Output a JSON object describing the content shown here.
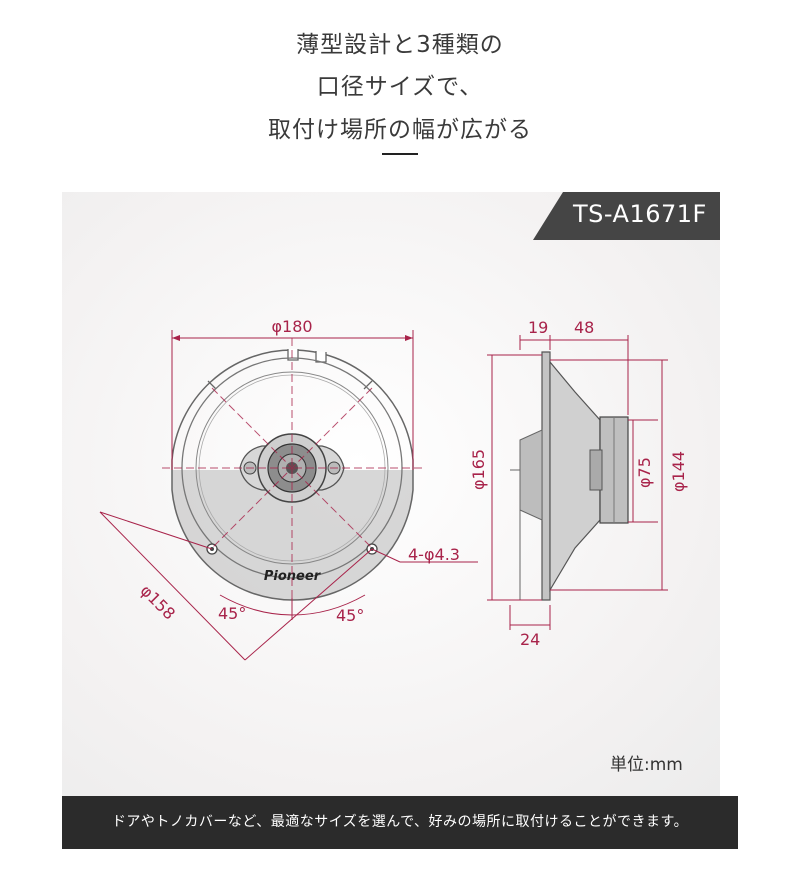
{
  "heading": {
    "line1": "薄型設計と3種類の",
    "line2": "口径サイズで、",
    "line3": "取付け場所の幅が広がる"
  },
  "model": "TS-A1671F",
  "dimensions": {
    "front_diameter": "φ180",
    "side_top_a": "19",
    "side_top_b": "48",
    "side_left": "φ165",
    "side_mid": "φ75",
    "side_right": "φ144",
    "side_bottom": "24",
    "mount_holes": "4-φ4.3",
    "bolt_circle": "φ158",
    "angle_left": "45°",
    "angle_right": "45°"
  },
  "brand_logo": "Pioneer",
  "unit_label": "単位:mm",
  "caption": "ドアやトノカバーなど、最適なサイズを選んで、好みの場所に取付けることができます。",
  "colors": {
    "dimension": "#a8234a",
    "tag_bg": "#454545",
    "caption_bg": "#2b2b2b"
  }
}
